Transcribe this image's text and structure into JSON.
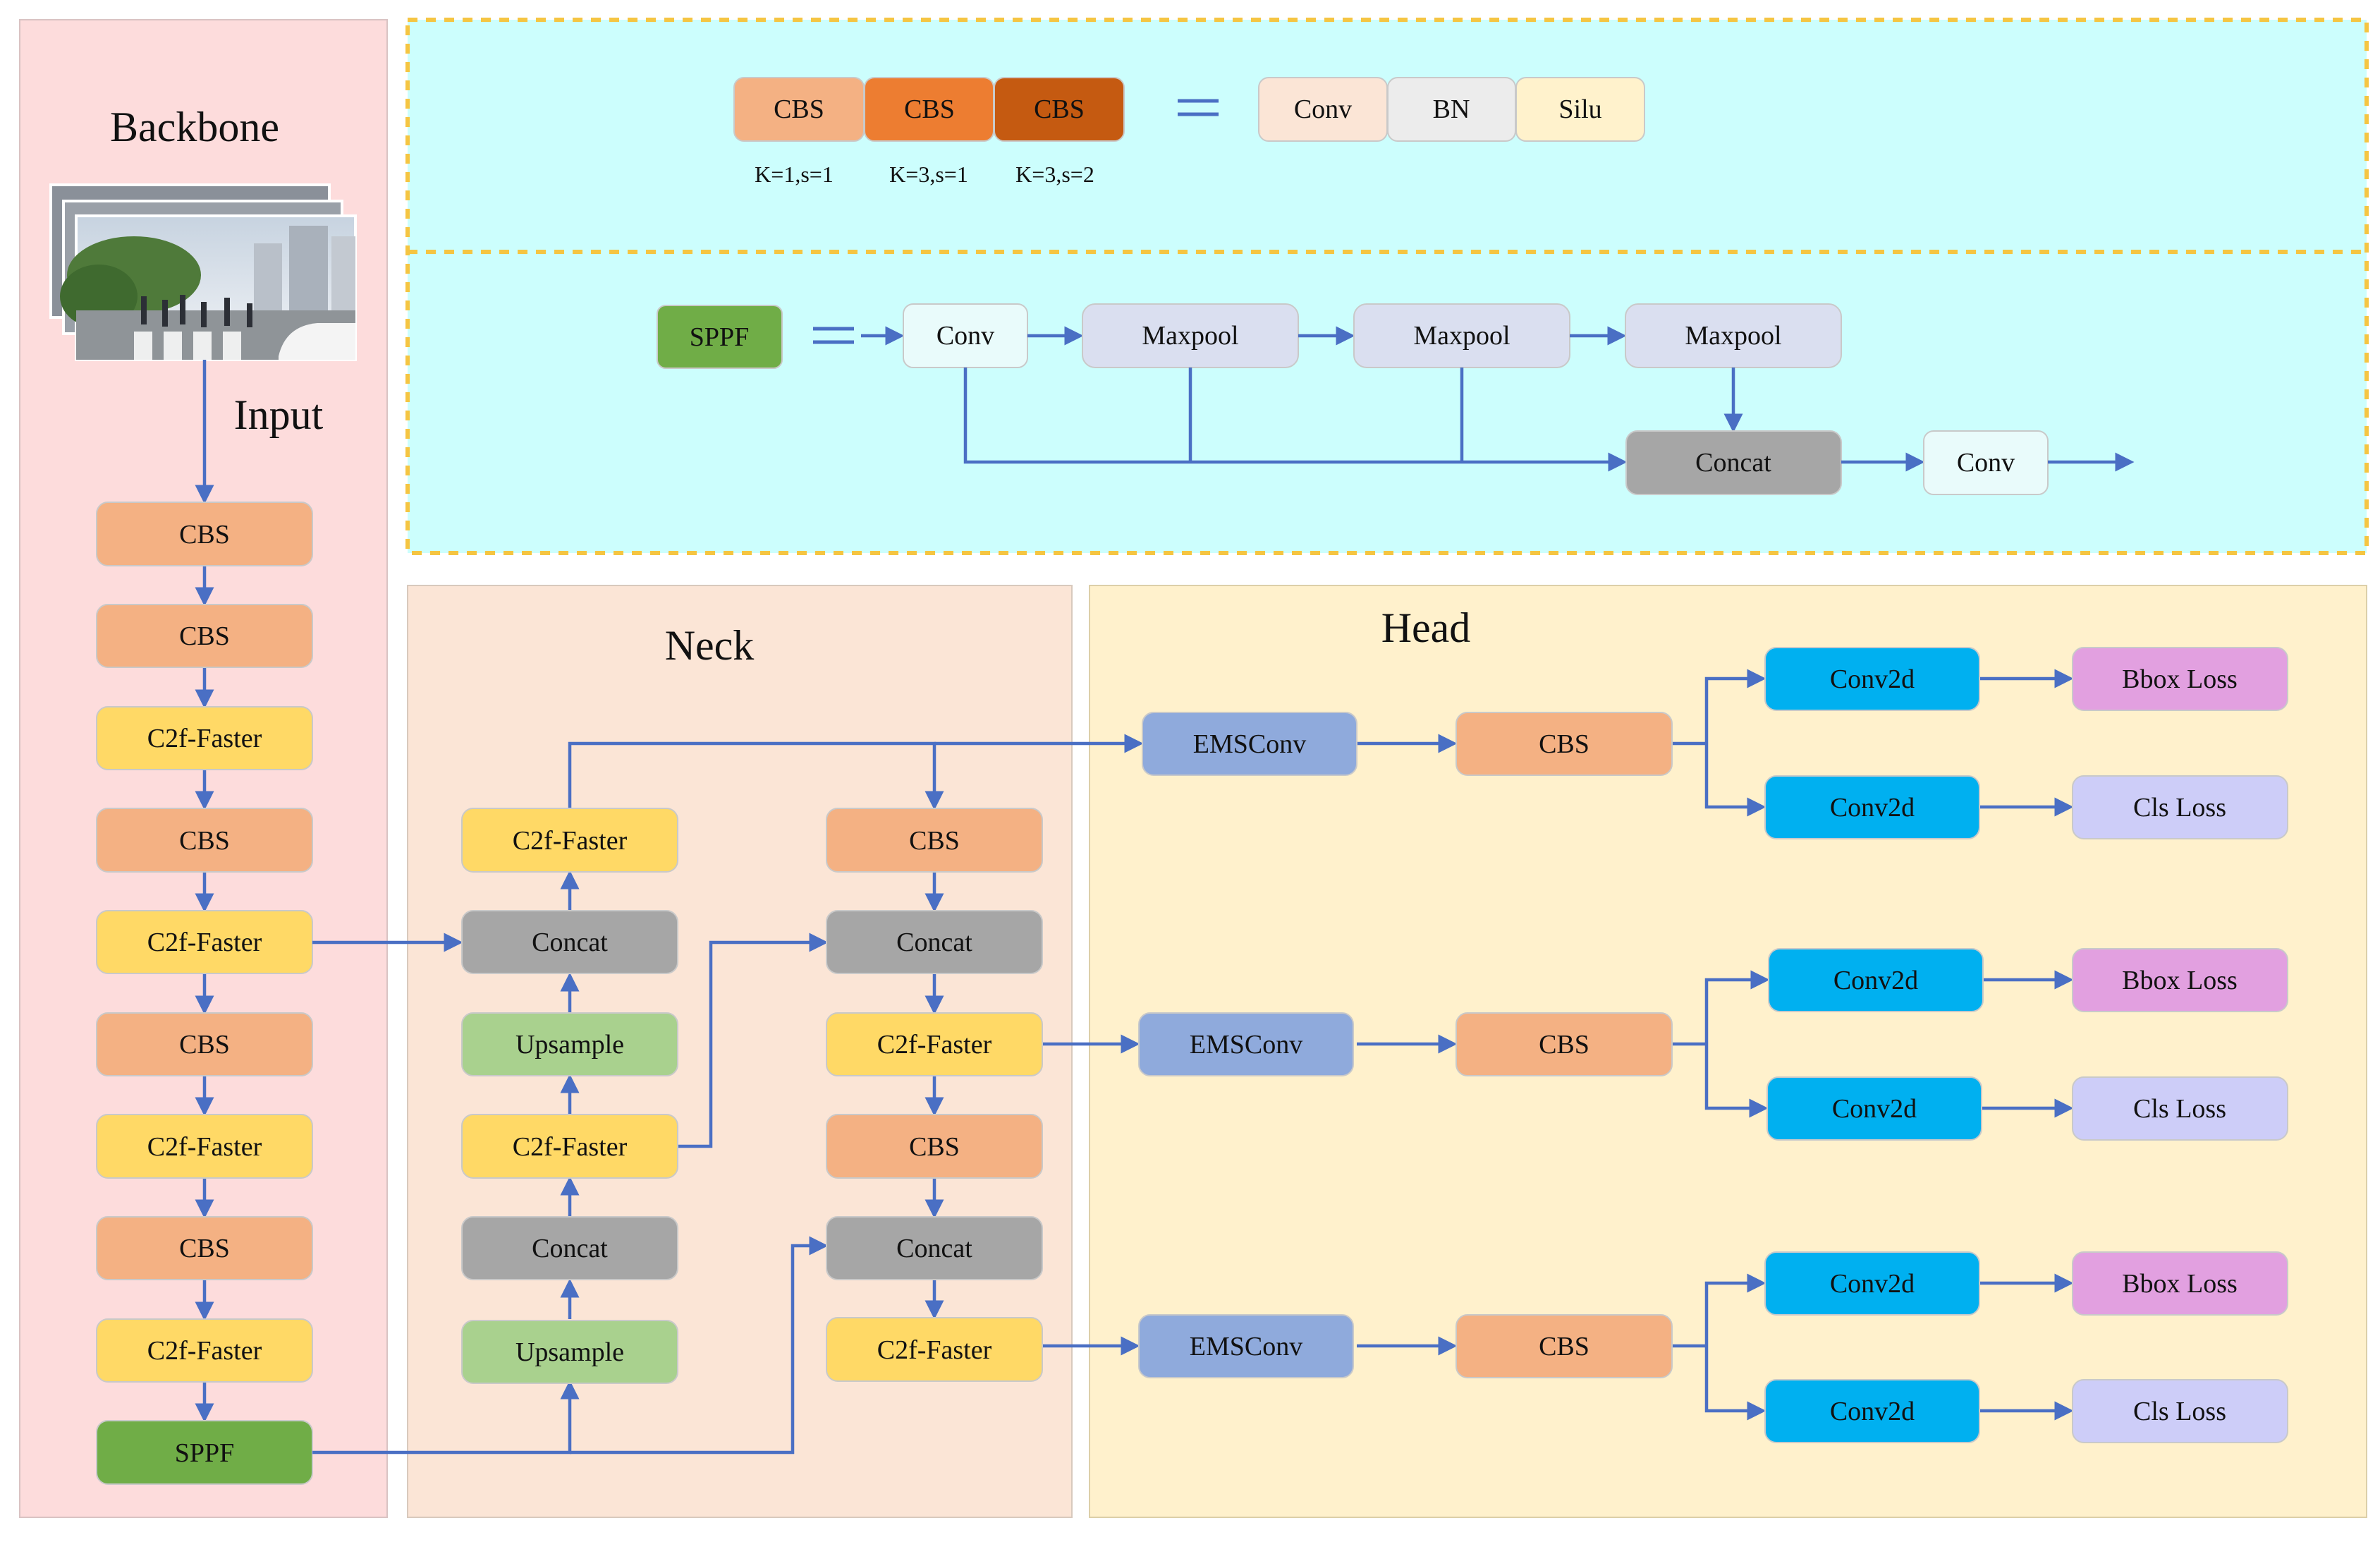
{
  "colors": {
    "backbone_bg": "#fddcdc",
    "legend_bg": "#ccfefd",
    "legend_border": "#f5c542",
    "neck_bg": "#fbe5d6",
    "head_bg": "#fff1cc",
    "cbs": "#f4b183",
    "cbs_mid": "#ed7d31",
    "cbs_dark": "#c55a11",
    "c2f": "#ffd966",
    "concat": "#a6a6a6",
    "upsample": "#a9d18e",
    "sppf": "#70ad47",
    "emsconv": "#8faadc",
    "conv2d": "#00b0f0",
    "bbox_loss": "#e2a0e0",
    "cls_loss": "#cdcdf8",
    "maxpool": "#dadff0",
    "conv_white": "#e9fbfb",
    "conv_peach": "#fbe5d6",
    "bn": "#ececec",
    "silu": "#fff2cc",
    "arrow": "#4a6fc4"
  },
  "sections": {
    "backbone": "Backbone",
    "input": "Input",
    "neck": "Neck",
    "head": "Head"
  },
  "legend": {
    "cbs_variants": [
      {
        "label": "CBS",
        "param": "K=1,s=1"
      },
      {
        "label": "CBS",
        "param": "K=3,s=1"
      },
      {
        "label": "CBS",
        "param": "K=3,s=2"
      }
    ],
    "equals": "=",
    "cbs_parts": [
      "Conv",
      "BN",
      "Silu"
    ],
    "sppf": {
      "label": "SPPF",
      "conv_in": "Conv",
      "maxpools": [
        "Maxpool",
        "Maxpool",
        "Maxpool"
      ],
      "concat": "Concat",
      "conv_out": "Conv"
    }
  },
  "backbone": {
    "layers": [
      "CBS",
      "CBS",
      "C2f-Faster",
      "CBS",
      "C2f-Faster",
      "CBS",
      "C2f-Faster",
      "CBS",
      "C2f-Faster",
      "SPPF"
    ]
  },
  "neck": {
    "left_column": [
      "C2f-Faster",
      "Concat",
      "Upsample",
      "C2f-Faster",
      "Concat",
      "Upsample"
    ],
    "right_column": [
      "CBS",
      "Concat",
      "C2f-Faster",
      "CBS",
      "Concat",
      "C2f-Faster"
    ]
  },
  "head": {
    "rows": [
      {
        "emsconv": "EMSConv",
        "cbs": "CBS",
        "conv_top": "Conv2d",
        "conv_bottom": "Conv2d",
        "loss_top": "Bbox Loss",
        "loss_bottom": "Cls Loss"
      },
      {
        "emsconv": "EMSConv",
        "cbs": "CBS",
        "conv_top": "Conv2d",
        "conv_bottom": "Conv2d",
        "loss_top": "Bbox Loss",
        "loss_bottom": "Cls Loss"
      },
      {
        "emsconv": "EMSConv",
        "cbs": "CBS",
        "conv_top": "Conv2d",
        "conv_bottom": "Conv2d",
        "loss_top": "Bbox Loss",
        "loss_bottom": "Cls Loss"
      }
    ]
  }
}
